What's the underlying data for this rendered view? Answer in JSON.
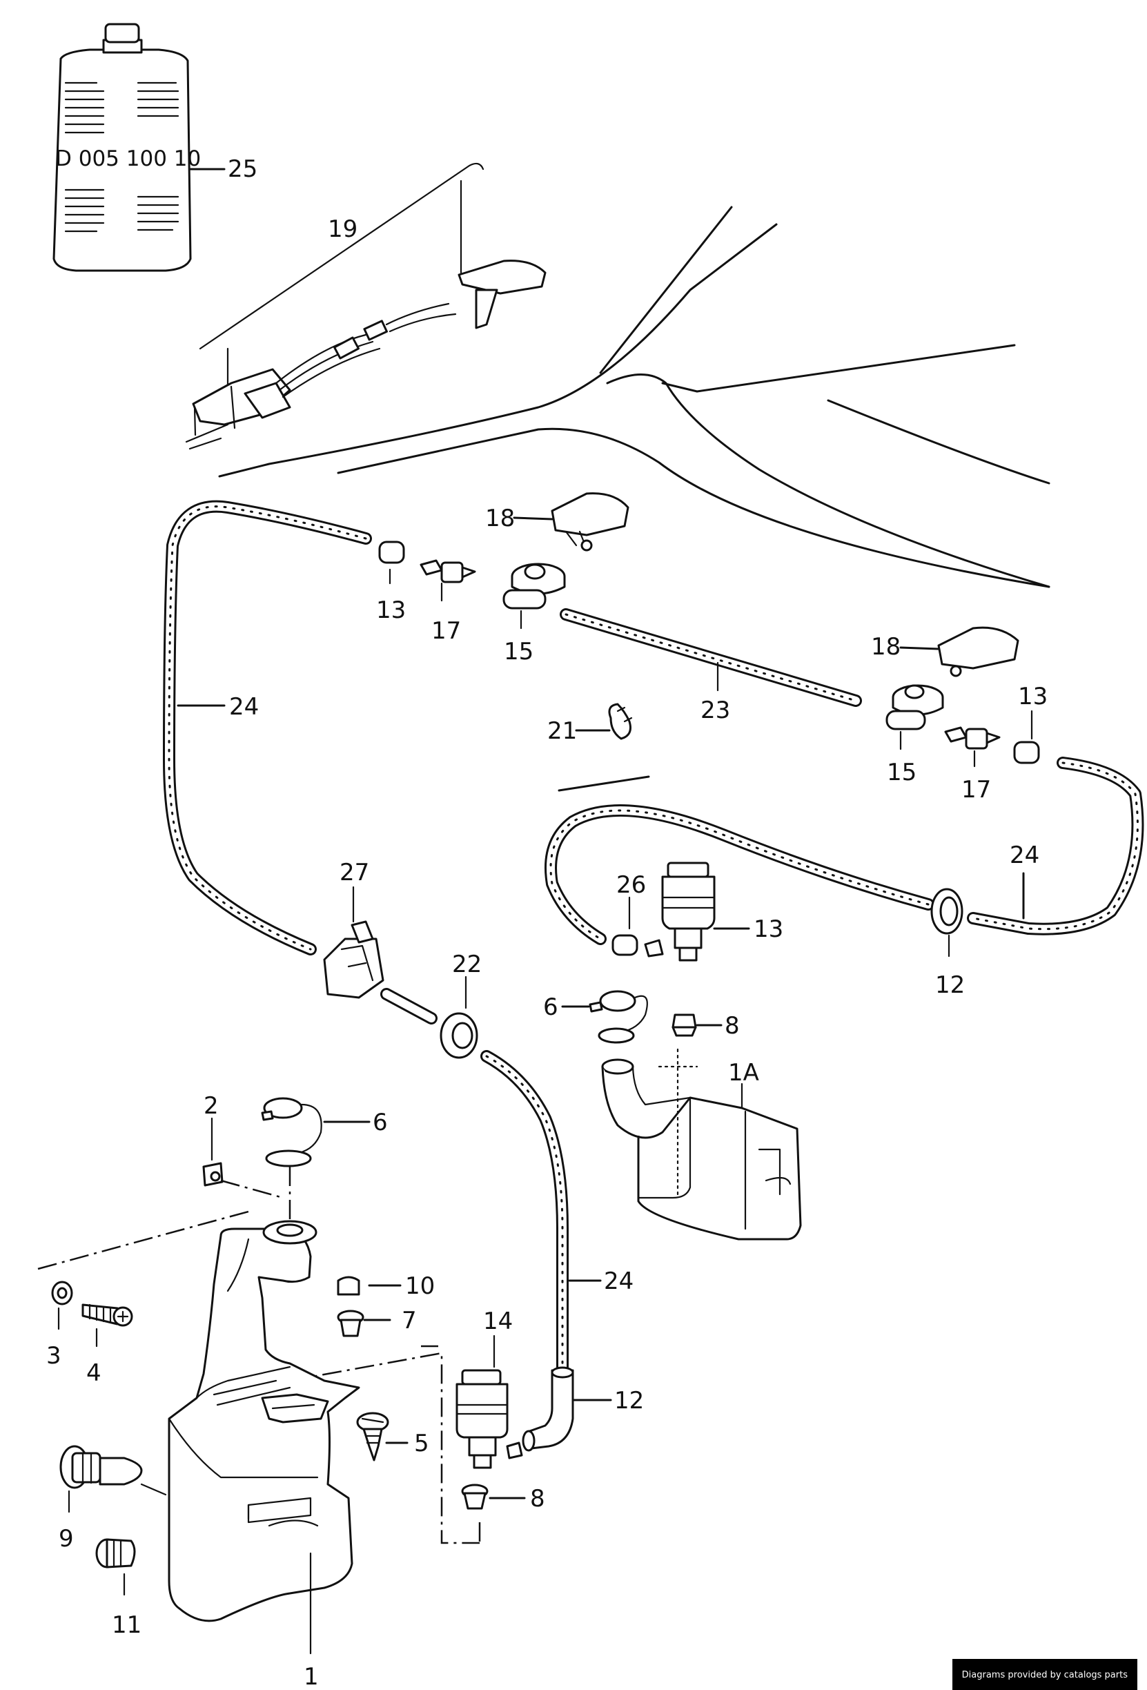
{
  "bottle": {
    "code": "D 005 100 10"
  },
  "labels": [
    {
      "id": "25",
      "text": "25"
    },
    {
      "id": "19",
      "text": "19"
    },
    {
      "id": "18a",
      "text": "18"
    },
    {
      "id": "18b",
      "text": "18"
    },
    {
      "id": "13a",
      "text": "13"
    },
    {
      "id": "17a",
      "text": "17"
    },
    {
      "id": "15a",
      "text": "15"
    },
    {
      "id": "24a",
      "text": "24"
    },
    {
      "id": "23",
      "text": "23"
    },
    {
      "id": "21",
      "text": "21"
    },
    {
      "id": "13b",
      "text": "13"
    },
    {
      "id": "15b",
      "text": "15"
    },
    {
      "id": "17b",
      "text": "17"
    },
    {
      "id": "24b",
      "text": "24"
    },
    {
      "id": "26",
      "text": "26"
    },
    {
      "id": "13c",
      "text": "13"
    },
    {
      "id": "12a",
      "text": "12"
    },
    {
      "id": "27",
      "text": "27"
    },
    {
      "id": "22",
      "text": "22"
    },
    {
      "id": "6a",
      "text": "6"
    },
    {
      "id": "8a",
      "text": "8"
    },
    {
      "id": "1A",
      "text": "1A"
    },
    {
      "id": "2",
      "text": "2"
    },
    {
      "id": "6b",
      "text": "6"
    },
    {
      "id": "10",
      "text": "10"
    },
    {
      "id": "7",
      "text": "7"
    },
    {
      "id": "24c",
      "text": "24"
    },
    {
      "id": "3",
      "text": "3"
    },
    {
      "id": "4",
      "text": "4"
    },
    {
      "id": "12b",
      "text": "12"
    },
    {
      "id": "14",
      "text": "14"
    },
    {
      "id": "5",
      "text": "5"
    },
    {
      "id": "8b",
      "text": "8"
    },
    {
      "id": "9",
      "text": "9"
    },
    {
      "id": "11",
      "text": "11"
    },
    {
      "id": "1",
      "text": "1"
    }
  ],
  "credit": "Diagrams provided by catalogs parts"
}
